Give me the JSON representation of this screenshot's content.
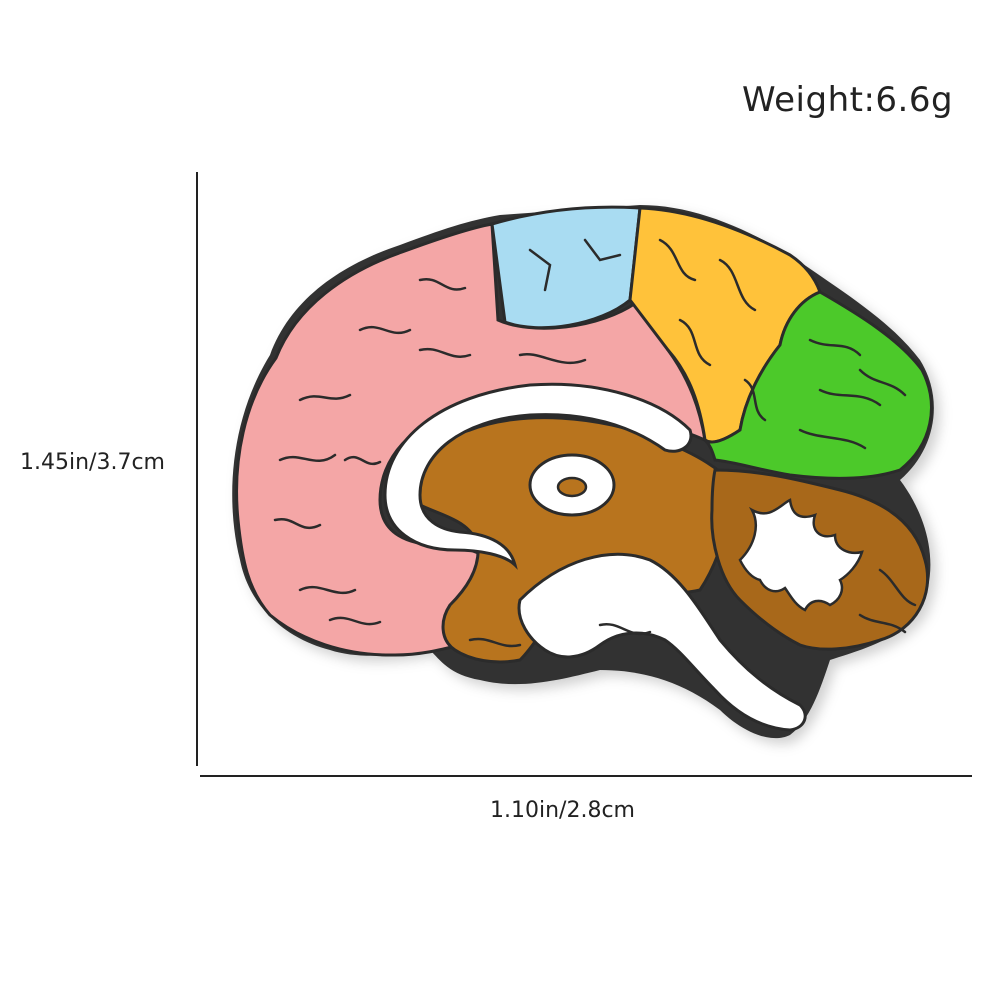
{
  "product": {
    "weight": "Weight:6.6g",
    "height": "1.45in/3.7cm",
    "width": "1.10in/2.8cm"
  },
  "colors": {
    "frontal": "#f4a6a6",
    "parietal_blue": "#a9dcf2",
    "parietal_yellow": "#ffc23a",
    "occipital": "#4cc92a",
    "brainstem": "#b8741e",
    "cerebellum": "#a8681a",
    "white_matter": "#ffffff",
    "outline": "#2b2b2b"
  },
  "icons": {
    "pin": "brain-enamel-pin-icon"
  }
}
